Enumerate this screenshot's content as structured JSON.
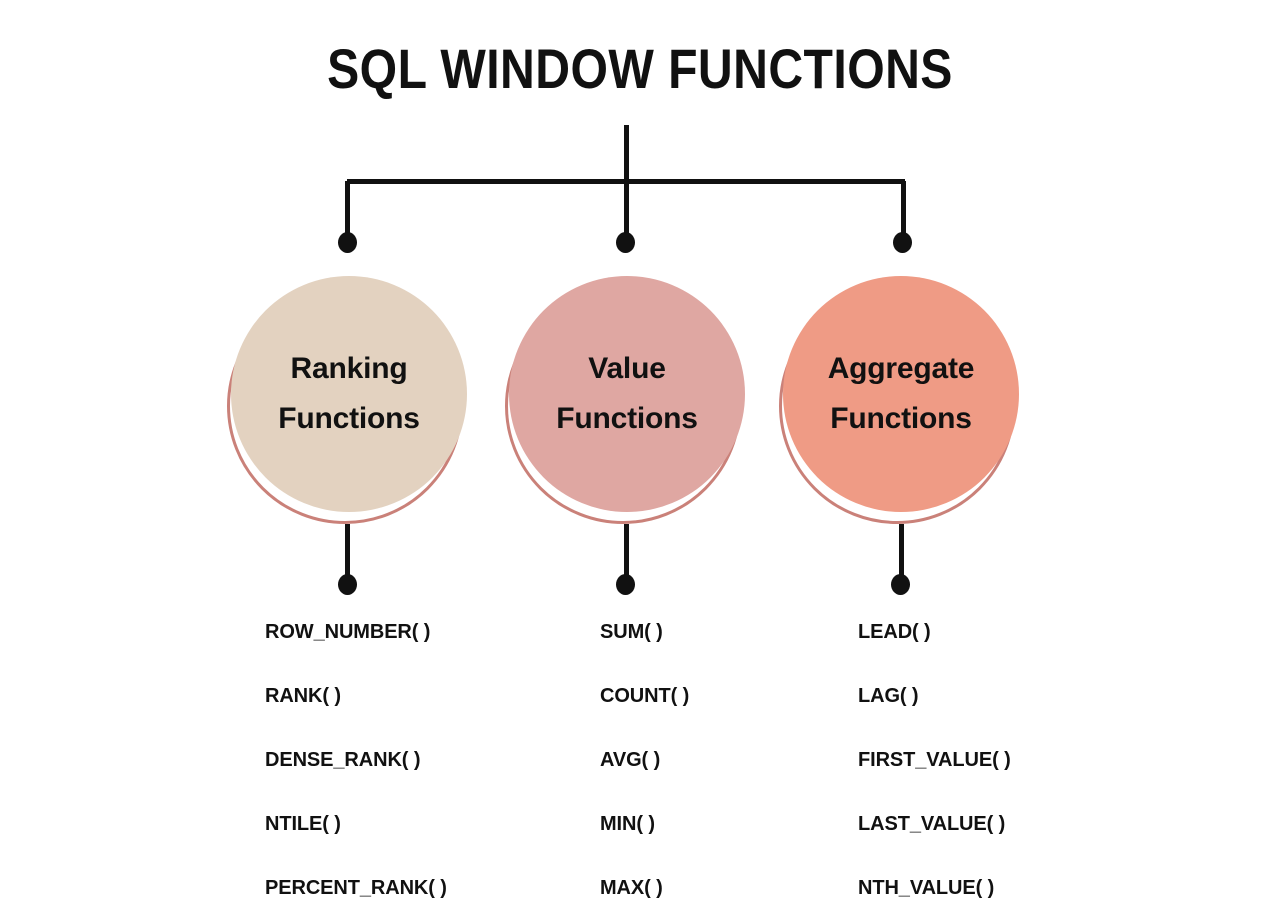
{
  "title": "SQL WINDOW FUNCTIONS",
  "colors": {
    "background": "#ffffff",
    "line": "#111111",
    "ring_stroke": "#ca8179",
    "bubble_1_fill": "#e3d2c0",
    "bubble_2_fill": "#dfa7a2",
    "bubble_3_fill": "#ef9b85",
    "text": "#111111"
  },
  "branches": [
    {
      "id": "ranking",
      "bubble_label": "Ranking\nFunctions",
      "fill": "#e3d2c0",
      "functions": [
        "ROW_NUMBER( )",
        "RANK( )",
        "DENSE_RANK( )",
        "NTILE( )",
        "PERCENT_RANK( )"
      ]
    },
    {
      "id": "value",
      "bubble_label": "Value\nFunctions",
      "fill": "#dfa7a2",
      "functions": [
        "SUM( )",
        "COUNT( )",
        "AVG( )",
        "MIN( )",
        "MAX( )"
      ]
    },
    {
      "id": "aggregate",
      "bubble_label": "Aggregate\nFunctions",
      "fill": "#ef9b85",
      "functions": [
        "LEAD( )",
        "LAG( )",
        "FIRST_VALUE( )",
        "LAST_VALUE( )",
        "NTH_VALUE( )"
      ]
    }
  ]
}
